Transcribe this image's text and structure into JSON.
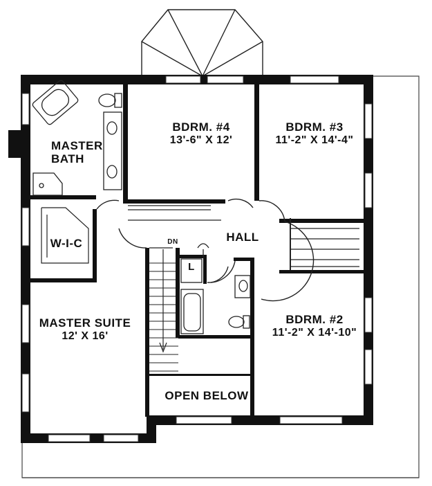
{
  "rooms": {
    "bdrm4": {
      "name": "BDRM. #4",
      "dims": "13'-6\" X 12'"
    },
    "bdrm3": {
      "name": "BDRM. #3",
      "dims": "11'-2\" X 14'-4\""
    },
    "bdrm2": {
      "name": "BDRM. #2",
      "dims": "11'-2\" X 14'-10\""
    },
    "master_bath": {
      "line1": "MASTER",
      "line2": "BATH"
    },
    "wic": {
      "name": "W-I-C"
    },
    "master_suite": {
      "name": "MASTER SUITE",
      "dims": "12' X 16'"
    },
    "hall": {
      "name": "HALL"
    },
    "open_below": {
      "name": "OPEN BELOW"
    },
    "linen": {
      "name": "L"
    },
    "stair": {
      "direction": "DN"
    }
  }
}
